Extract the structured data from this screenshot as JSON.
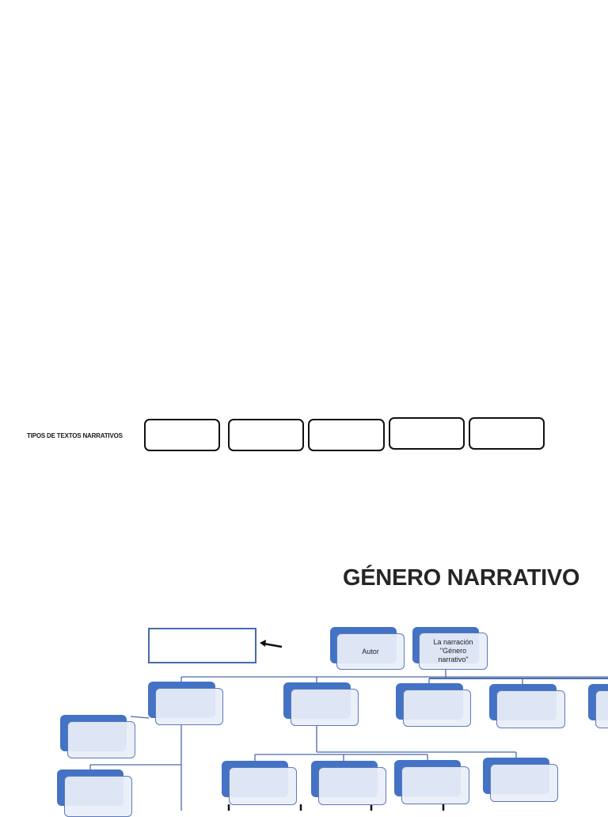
{
  "tipos": {
    "label": "TIPOS DE TEXTOS NARRATIVOS",
    "boxes": [
      "",
      "",
      "",
      "",
      ""
    ]
  },
  "diagram": {
    "title": "GÉNERO NARRATIVO",
    "answer_box": "",
    "arrow": "left-arrow",
    "nodes": {
      "autor": "Autor",
      "narracion": "La narración \"Género narrativo\"",
      "l1_a": "",
      "l1_b": "",
      "l1_c": "",
      "l1_d": "",
      "l1_e": "",
      "side_a": "",
      "side_b": "",
      "l2_a": "",
      "l2_b": "",
      "l2_c": "",
      "l2_d": ""
    },
    "colors": {
      "node_back": "#4472c4",
      "node_front": "#e9eef7",
      "connector": "#4a6aaa",
      "box_outline": "#111111"
    }
  }
}
